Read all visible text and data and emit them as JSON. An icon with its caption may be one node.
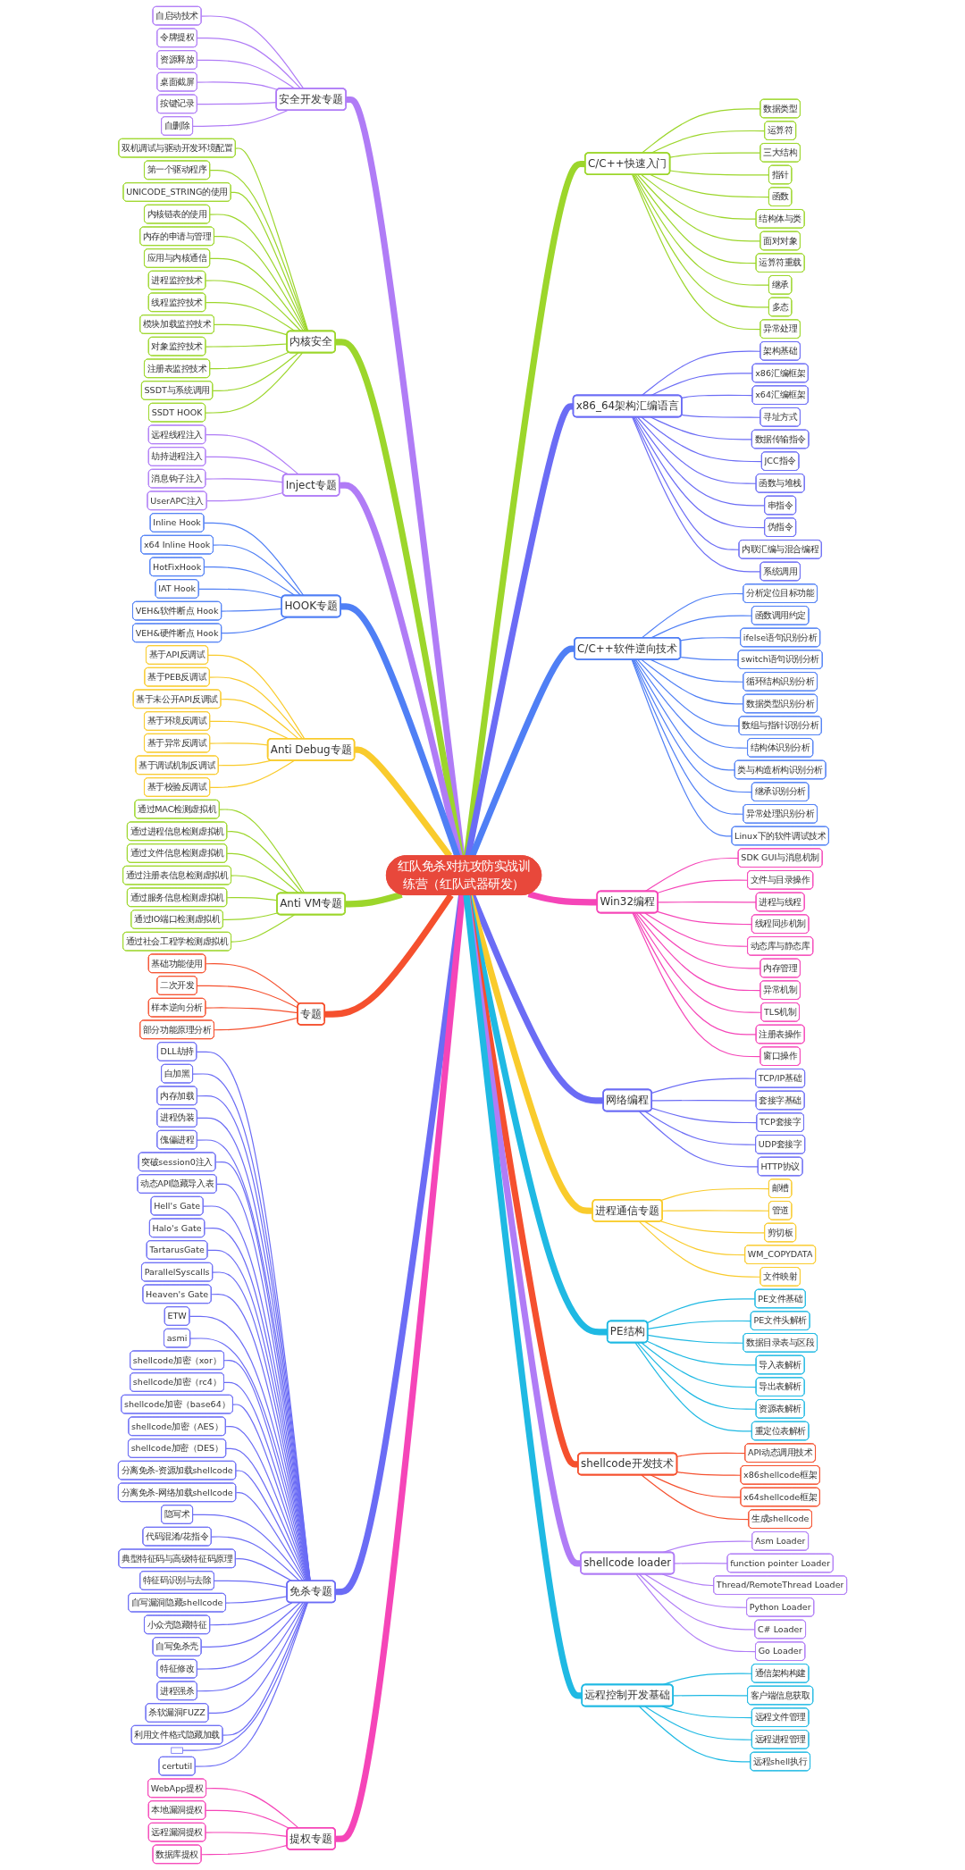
{
  "diagram": {
    "nodes": [
      {
        "text": [
          "红队免杀对抗攻防实战训练营（红队武器研发）"
        ]
      },
      {
        "text": [
          "安全开发专题"
        ]
      },
      {
        "text": [
          "自启动技术"
        ]
      },
      {
        "text": [
          "令牌提权"
        ]
      },
      {
        "text": [
          "资源释放"
        ]
      },
      {
        "text": [
          "桌面截屏"
        ]
      },
      {
        "text": [
          "按键记录"
        ]
      },
      {
        "text": [
          "自删除"
        ]
      },
      {
        "text": [
          "内核安全"
        ]
      },
      {
        "text": [
          "双机调试与驱动开发环境配置"
        ]
      },
      {
        "text": [
          "第一个驱动程序"
        ]
      },
      {
        "text": [
          "UNICODE_STRING的使用"
        ]
      },
      {
        "text": [
          "内核链表的使用"
        ]
      },
      {
        "text": [
          "内存的申请与管理"
        ]
      },
      {
        "text": [
          "应用与内核通信"
        ]
      },
      {
        "text": [
          "进程监控技术"
        ]
      },
      {
        "text": [
          "线程监控技术"
        ]
      },
      {
        "text": [
          "模块加载监控技术"
        ]
      },
      {
        "text": [
          "对象监控技术"
        ]
      },
      {
        "text": [
          "注册表监控技术"
        ]
      },
      {
        "text": [
          "SSDT与系统调用"
        ]
      },
      {
        "text": [
          "SSDT HOOK"
        ]
      },
      {
        "text": [
          "Inject专题"
        ]
      },
      {
        "text": [
          "远程线程注入"
        ]
      },
      {
        "text": [
          "劫持进程注入"
        ]
      },
      {
        "text": [
          "消息钩子注入"
        ]
      },
      {
        "text": [
          "UserAPC注入"
        ]
      },
      {
        "text": [
          "HOOK专题"
        ]
      },
      {
        "text": [
          "Inline Hook"
        ]
      },
      {
        "text": [
          "x64 Inline Hook"
        ]
      },
      {
        "text": [
          "HotFixHook"
        ]
      },
      {
        "text": [
          "IAT Hook"
        ]
      },
      {
        "text": [
          "VEH&软件断点 Hook"
        ]
      },
      {
        "text": [
          "VEH&硬件断点 Hook"
        ]
      },
      {
        "text": [
          "Anti Debug专题"
        ]
      },
      {
        "text": [
          "基于API反调试"
        ]
      },
      {
        "text": [
          "基于PEB反调试"
        ]
      },
      {
        "text": [
          "基于未公开API反调试"
        ]
      },
      {
        "text": [
          "基于环境反调试"
        ]
      },
      {
        "text": [
          "基于异常反调试"
        ]
      },
      {
        "text": [
          "基于调试机制反调试"
        ]
      },
      {
        "text": [
          "基于校验反调试"
        ]
      },
      {
        "text": [
          "Anti VM专题"
        ]
      },
      {
        "text": [
          "通过MAC检测虚拟机"
        ]
      },
      {
        "text": [
          "通过进程信息检测虚拟机"
        ]
      },
      {
        "text": [
          "通过文件信息检测虚拟机"
        ]
      },
      {
        "text": [
          "通过注册表信息检测虚拟机"
        ]
      },
      {
        "text": [
          "通过服务信息检测虚拟机"
        ]
      },
      {
        "text": [
          "通过IO端口检测虚拟机"
        ]
      },
      {
        "text": [
          "通过社会工程学检测虚拟机"
        ]
      },
      {
        "text": [
          "专题"
        ]
      },
      {
        "text": [
          "基础功能使用"
        ]
      },
      {
        "text": [
          "二次开发"
        ]
      },
      {
        "text": [
          "样本逆向分析"
        ]
      },
      {
        "text": [
          "部分功能原理分析"
        ]
      },
      {
        "text": [
          "免杀专题"
        ]
      },
      {
        "text": [
          "DLL劫持"
        ]
      },
      {
        "text": [
          "白加黑"
        ]
      },
      {
        "text": [
          "内存加载"
        ]
      },
      {
        "text": [
          "进程伪装"
        ]
      },
      {
        "text": [
          "傀儡进程"
        ]
      },
      {
        "text": [
          "突破session0注入"
        ]
      },
      {
        "text": [
          "动态API隐藏导入表"
        ]
      },
      {
        "text": [
          "Hell's Gate"
        ]
      },
      {
        "text": [
          "Halo's Gate"
        ]
      },
      {
        "text": [
          "TartarusGate"
        ]
      },
      {
        "text": [
          "ParallelSyscalls"
        ]
      },
      {
        "text": [
          "Heaven's Gate"
        ]
      },
      {
        "text": [
          "ETW"
        ]
      },
      {
        "text": [
          "asmi"
        ]
      },
      {
        "text": [
          "shellcode加密（xor）"
        ]
      },
      {
        "text": [
          "shellcode加密（rc4）"
        ]
      },
      {
        "text": [
          "shellcode加密（base64）"
        ]
      },
      {
        "text": [
          "shellcode加密（AES）"
        ]
      },
      {
        "text": [
          "shellcode加密（DES）"
        ]
      },
      {
        "text": [
          "分离免杀-资源加载shellcode"
        ]
      },
      {
        "text": [
          "分离免杀-网络加载shellcode"
        ]
      },
      {
        "text": [
          "隐写术"
        ]
      },
      {
        "text": [
          "代码混淆/花指令"
        ]
      },
      {
        "text": [
          "典型特征码与高级特征码原理"
        ]
      },
      {
        "text": [
          "特征码识别与去除"
        ]
      },
      {
        "text": [
          "自写漏洞隐藏shellcode"
        ]
      },
      {
        "text": [
          "小众壳隐藏特征"
        ]
      },
      {
        "text": [
          "自写免杀壳"
        ]
      },
      {
        "text": [
          "特征修改"
        ]
      },
      {
        "text": [
          "进程强杀"
        ]
      },
      {
        "text": [
          "杀软漏洞FUZZ"
        ]
      },
      {
        "text": [
          "利用文件格式隐藏加载"
        ]
      },
      {
        "text": [],
        "shape": "box"
      },
      {
        "text": [
          "certutil"
        ]
      },
      {
        "text": [
          "提权专题"
        ]
      },
      {
        "text": [
          "WebApp提权"
        ]
      },
      {
        "text": [
          "本地漏洞提权"
        ]
      },
      {
        "text": [
          "远程漏洞提权"
        ]
      },
      {
        "text": [
          "数据库提权"
        ]
      },
      {
        "text": [
          "C/C++快速入门"
        ]
      },
      {
        "text": [
          "数据类型"
        ]
      },
      {
        "text": [
          "运算符"
        ]
      },
      {
        "text": [
          "三大结构"
        ]
      },
      {
        "text": [
          "指针"
        ]
      },
      {
        "text": [
          "函数"
        ]
      },
      {
        "text": [
          "结构体与类"
        ]
      },
      {
        "text": [
          "面对对象"
        ]
      },
      {
        "text": [
          "运算符重载"
        ]
      },
      {
        "text": [
          "继承"
        ]
      },
      {
        "text": [
          "多态"
        ]
      },
      {
        "text": [
          "异常处理"
        ]
      },
      {
        "text": [
          "x86_64架构汇编语言"
        ]
      },
      {
        "text": [
          "架构基础"
        ]
      },
      {
        "text": [
          "x86汇编框架"
        ]
      },
      {
        "text": [
          "x64汇编框架"
        ]
      },
      {
        "text": [
          "寻址方式"
        ]
      },
      {
        "text": [
          "数据传输指令"
        ]
      },
      {
        "text": [
          "JCC指令"
        ]
      },
      {
        "text": [
          "函数与堆栈"
        ]
      },
      {
        "text": [
          "串指令"
        ]
      },
      {
        "text": [
          "伪指令"
        ]
      },
      {
        "text": [
          "内联汇编与混合编程"
        ]
      },
      {
        "text": [
          "系统调用"
        ]
      },
      {
        "text": [
          "C/C++软件逆向技术"
        ]
      },
      {
        "text": [
          "分析定位目标功能"
        ]
      },
      {
        "text": [
          "函数调用约定"
        ]
      },
      {
        "text": [
          "ifelse语句识别分析"
        ]
      },
      {
        "text": [
          "switch语句识别分析"
        ]
      },
      {
        "text": [
          "循环结构识别分析"
        ]
      },
      {
        "text": [
          "数据类型识别分析"
        ]
      },
      {
        "text": [
          "数组与指针识别分析"
        ]
      },
      {
        "text": [
          "结构体识别分析"
        ]
      },
      {
        "text": [
          "类与构造析构识别分析"
        ]
      },
      {
        "text": [
          "继承识别分析"
        ]
      },
      {
        "text": [
          "异常处理识别分析"
        ]
      },
      {
        "text": [
          "Linux下的软件调试技术"
        ]
      },
      {
        "text": [
          "Win32编程"
        ]
      },
      {
        "text": [
          "SDK GUI与消息机制"
        ]
      },
      {
        "text": [
          "文件与目录操作"
        ]
      },
      {
        "text": [
          "进程与线程"
        ]
      },
      {
        "text": [
          "线程同步机制"
        ]
      },
      {
        "text": [
          "动态库与静态库"
        ]
      },
      {
        "text": [
          "内存管理"
        ]
      },
      {
        "text": [
          "异常机制"
        ]
      },
      {
        "text": [
          "TLS机制"
        ]
      },
      {
        "text": [
          "注册表操作"
        ]
      },
      {
        "text": [
          "窗口操作"
        ]
      },
      {
        "text": [
          "网络编程"
        ]
      },
      {
        "text": [
          "TCP/IP基础"
        ]
      },
      {
        "text": [
          "套接字基础"
        ]
      },
      {
        "text": [
          "TCP套接字"
        ]
      },
      {
        "text": [
          "UDP套接字"
        ]
      },
      {
        "text": [
          "HTTP协议"
        ]
      },
      {
        "text": [
          "进程通信专题"
        ]
      },
      {
        "text": [
          "邮槽"
        ]
      },
      {
        "text": [
          "管道"
        ]
      },
      {
        "text": [
          "剪切板"
        ]
      },
      {
        "text": [
          "WM_COPYDATA"
        ]
      },
      {
        "text": [
          "文件映射"
        ]
      },
      {
        "text": [
          "PE结构"
        ]
      },
      {
        "text": [
          "PE文件基础"
        ]
      },
      {
        "text": [
          "PE文件头解析"
        ]
      },
      {
        "text": [
          "数据目录表与区段"
        ]
      },
      {
        "text": [
          "导入表解析"
        ]
      },
      {
        "text": [
          "导出表解析"
        ]
      },
      {
        "text": [
          "资源表解析"
        ]
      },
      {
        "text": [
          "重定位表解析"
        ]
      },
      {
        "text": [
          "shellcode开发技术"
        ]
      },
      {
        "text": [
          "API动态调用技术"
        ]
      },
      {
        "text": [
          "x86shellcode框架"
        ]
      },
      {
        "text": [
          "x64shellcode框架"
        ]
      },
      {
        "text": [
          "生成shellcode"
        ]
      },
      {
        "text": [
          "shellcode loader"
        ]
      },
      {
        "text": [
          "Asm Loader"
        ]
      },
      {
        "text": [
          "function pointer Loader"
        ]
      },
      {
        "text": [
          "Thread/RemoteThread Loader"
        ]
      },
      {
        "text": [
          "Python Loader"
        ]
      },
      {
        "text": [
          "C# Loader"
        ]
      },
      {
        "text": [
          "Go Loader"
        ]
      },
      {
        "text": [
          "远程控制开发基础"
        ]
      },
      {
        "text": [
          "通信架构构建"
        ]
      },
      {
        "text": [
          "客户端信息获取"
        ]
      },
      {
        "text": [
          "远程文件管理"
        ]
      },
      {
        "text": [
          "远程进程管理"
        ]
      },
      {
        "text": [
          "远程shell执行"
        ]
      }
    ],
    "edges": [
      {
        "from": 1,
        "to": 0,
        "arrow": "none",
        "style": "thick",
        "color": "#b07cf6"
      },
      {
        "from": 2,
        "to": 1,
        "arrow": "none",
        "color": "#b07cf6"
      },
      {
        "from": 3,
        "to": 1,
        "arrow": "none",
        "color": "#b07cf6"
      },
      {
        "from": 4,
        "to": 1,
        "arrow": "none",
        "color": "#b07cf6"
      },
      {
        "from": 5,
        "to": 1,
        "arrow": "none",
        "color": "#b07cf6"
      },
      {
        "from": 6,
        "to": 1,
        "arrow": "none",
        "color": "#b07cf6"
      },
      {
        "from": 7,
        "to": 1,
        "arrow": "none",
        "color": "#b07cf6"
      },
      {
        "from": 8,
        "to": 0,
        "arrow": "none",
        "style": "thick",
        "color": "#9cd62b"
      },
      {
        "from": 9,
        "to": 8,
        "arrow": "none",
        "color": "#9cd62b"
      },
      {
        "from": 10,
        "to": 8,
        "arrow": "none",
        "color": "#9cd62b"
      },
      {
        "from": 11,
        "to": 8,
        "arrow": "none",
        "color": "#9cd62b"
      },
      {
        "from": 12,
        "to": 8,
        "arrow": "none",
        "color": "#9cd62b"
      },
      {
        "from": 13,
        "to": 8,
        "arrow": "none",
        "color": "#9cd62b"
      },
      {
        "from": 14,
        "to": 8,
        "arrow": "none",
        "color": "#9cd62b"
      },
      {
        "from": 15,
        "to": 8,
        "arrow": "none",
        "color": "#9cd62b"
      },
      {
        "from": 16,
        "to": 8,
        "arrow": "none",
        "color": "#9cd62b"
      },
      {
        "from": 17,
        "to": 8,
        "arrow": "none",
        "color": "#9cd62b"
      },
      {
        "from": 18,
        "to": 8,
        "arrow": "none",
        "color": "#9cd62b"
      },
      {
        "from": 19,
        "to": 8,
        "arrow": "none",
        "color": "#9cd62b"
      },
      {
        "from": 20,
        "to": 8,
        "arrow": "none",
        "color": "#9cd62b"
      },
      {
        "from": 21,
        "to": 8,
        "arrow": "none",
        "color": "#9cd62b"
      },
      {
        "from": 22,
        "to": 0,
        "arrow": "none",
        "style": "thick",
        "color": "#b07cf6"
      },
      {
        "from": 23,
        "to": 22,
        "arrow": "none",
        "color": "#b07cf6"
      },
      {
        "from": 24,
        "to": 22,
        "arrow": "none",
        "color": "#b07cf6"
      },
      {
        "from": 25,
        "to": 22,
        "arrow": "none",
        "color": "#b07cf6"
      },
      {
        "from": 26,
        "to": 22,
        "arrow": "none",
        "color": "#b07cf6"
      },
      {
        "from": 27,
        "to": 0,
        "arrow": "none",
        "style": "thick",
        "color": "#4f7ff5"
      },
      {
        "from": 28,
        "to": 27,
        "arrow": "none",
        "color": "#4f7ff5"
      },
      {
        "from": 29,
        "to": 27,
        "arrow": "none",
        "color": "#4f7ff5"
      },
      {
        "from": 30,
        "to": 27,
        "arrow": "none",
        "color": "#4f7ff5"
      },
      {
        "from": 31,
        "to": 27,
        "arrow": "none",
        "color": "#4f7ff5"
      },
      {
        "from": 32,
        "to": 27,
        "arrow": "none",
        "color": "#4f7ff5"
      },
      {
        "from": 33,
        "to": 27,
        "arrow": "none",
        "color": "#4f7ff5"
      },
      {
        "from": 34,
        "to": 0,
        "arrow": "none",
        "style": "thick",
        "color": "#f9cb2c"
      },
      {
        "from": 35,
        "to": 34,
        "arrow": "none",
        "color": "#f9cb2c"
      },
      {
        "from": 36,
        "to": 34,
        "arrow": "none",
        "color": "#f9cb2c"
      },
      {
        "from": 37,
        "to": 34,
        "arrow": "none",
        "color": "#f9cb2c"
      },
      {
        "from": 38,
        "to": 34,
        "arrow": "none",
        "color": "#f9cb2c"
      },
      {
        "from": 39,
        "to": 34,
        "arrow": "none",
        "color": "#f9cb2c"
      },
      {
        "from": 40,
        "to": 34,
        "arrow": "none",
        "color": "#f9cb2c"
      },
      {
        "from": 41,
        "to": 34,
        "arrow": "none",
        "color": "#f9cb2c"
      },
      {
        "from": 42,
        "to": 0,
        "arrow": "none",
        "style": "thick",
        "color": "#9cd62b"
      },
      {
        "from": 43,
        "to": 42,
        "arrow": "none",
        "color": "#9cd62b"
      },
      {
        "from": 44,
        "to": 42,
        "arrow": "none",
        "color": "#9cd62b"
      },
      {
        "from": 45,
        "to": 42,
        "arrow": "none",
        "color": "#9cd62b"
      },
      {
        "from": 46,
        "to": 42,
        "arrow": "none",
        "color": "#9cd62b"
      },
      {
        "from": 47,
        "to": 42,
        "arrow": "none",
        "color": "#9cd62b"
      },
      {
        "from": 48,
        "to": 42,
        "arrow": "none",
        "color": "#9cd62b"
      },
      {
        "from": 49,
        "to": 42,
        "arrow": "none",
        "color": "#9cd62b"
      },
      {
        "from": 50,
        "to": 0,
        "arrow": "none",
        "style": "thick",
        "color": "#f5502e"
      },
      {
        "from": 51,
        "to": 50,
        "arrow": "none",
        "color": "#f5502e"
      },
      {
        "from": 52,
        "to": 50,
        "arrow": "none",
        "color": "#f5502e"
      },
      {
        "from": 53,
        "to": 50,
        "arrow": "none",
        "color": "#f5502e"
      },
      {
        "from": 54,
        "to": 50,
        "arrow": "none",
        "color": "#f5502e"
      },
      {
        "from": 55,
        "to": 0,
        "arrow": "none",
        "style": "thick",
        "color": "#6b6cf5"
      },
      {
        "from": 56,
        "to": 55,
        "arrow": "none",
        "color": "#6b6cf5"
      },
      {
        "from": 57,
        "to": 55,
        "arrow": "none",
        "color": "#6b6cf5"
      },
      {
        "from": 58,
        "to": 55,
        "arrow": "none",
        "color": "#6b6cf5"
      },
      {
        "from": 59,
        "to": 55,
        "arrow": "none",
        "color": "#6b6cf5"
      },
      {
        "from": 60,
        "to": 55,
        "arrow": "none",
        "color": "#6b6cf5"
      },
      {
        "from": 61,
        "to": 55,
        "arrow": "none",
        "color": "#6b6cf5"
      },
      {
        "from": 62,
        "to": 55,
        "arrow": "none",
        "color": "#6b6cf5"
      },
      {
        "from": 63,
        "to": 55,
        "arrow": "none",
        "color": "#6b6cf5"
      },
      {
        "from": 64,
        "to": 55,
        "arrow": "none",
        "color": "#6b6cf5"
      },
      {
        "from": 65,
        "to": 55,
        "arrow": "none",
        "color": "#6b6cf5"
      },
      {
        "from": 66,
        "to": 55,
        "arrow": "none",
        "color": "#6b6cf5"
      },
      {
        "from": 67,
        "to": 55,
        "arrow": "none",
        "color": "#6b6cf5"
      },
      {
        "from": 68,
        "to": 55,
        "arrow": "none",
        "color": "#6b6cf5"
      },
      {
        "from": 69,
        "to": 55,
        "arrow": "none",
        "color": "#6b6cf5"
      },
      {
        "from": 70,
        "to": 55,
        "arrow": "none",
        "color": "#6b6cf5"
      },
      {
        "from": 71,
        "to": 55,
        "arrow": "none",
        "color": "#6b6cf5"
      },
      {
        "from": 72,
        "to": 55,
        "arrow": "none",
        "color": "#6b6cf5"
      },
      {
        "from": 73,
        "to": 55,
        "arrow": "none",
        "color": "#6b6cf5"
      },
      {
        "from": 74,
        "to": 55,
        "arrow": "none",
        "color": "#6b6cf5"
      },
      {
        "from": 75,
        "to": 55,
        "arrow": "none",
        "color": "#6b6cf5"
      },
      {
        "from": 76,
        "to": 55,
        "arrow": "none",
        "color": "#6b6cf5"
      },
      {
        "from": 77,
        "to": 55,
        "arrow": "none",
        "color": "#6b6cf5"
      },
      {
        "from": 78,
        "to": 55,
        "arrow": "none",
        "color": "#6b6cf5"
      },
      {
        "from": 79,
        "to": 55,
        "arrow": "none",
        "color": "#6b6cf5"
      },
      {
        "from": 80,
        "to": 55,
        "arrow": "none",
        "color": "#6b6cf5"
      },
      {
        "from": 81,
        "to": 55,
        "arrow": "none",
        "color": "#6b6cf5"
      },
      {
        "from": 82,
        "to": 55,
        "arrow": "none",
        "color": "#6b6cf5"
      },
      {
        "from": 83,
        "to": 55,
        "arrow": "none",
        "color": "#6b6cf5"
      },
      {
        "from": 84,
        "to": 55,
        "arrow": "none",
        "color": "#6b6cf5"
      },
      {
        "from": 85,
        "to": 55,
        "arrow": "none",
        "color": "#6b6cf5"
      },
      {
        "from": 86,
        "to": 55,
        "arrow": "none",
        "color": "#6b6cf5"
      },
      {
        "from": 87,
        "to": 55,
        "arrow": "none",
        "color": "#6b6cf5"
      },
      {
        "from": 88,
        "to": 55,
        "arrow": "none",
        "color": "#6b6cf5"
      },
      {
        "from": 89,
        "to": 55,
        "arrow": "none",
        "color": "#6b6cf5"
      },
      {
        "from": 90,
        "to": 0,
        "arrow": "none",
        "style": "thick",
        "color": "#f545b8"
      },
      {
        "from": 91,
        "to": 90,
        "arrow": "none",
        "color": "#f545b8"
      },
      {
        "from": 92,
        "to": 90,
        "arrow": "none",
        "color": "#f545b8"
      },
      {
        "from": 93,
        "to": 90,
        "arrow": "none",
        "color": "#f545b8"
      },
      {
        "from": 94,
        "to": 90,
        "arrow": "none",
        "color": "#f545b8"
      },
      {
        "from": 0,
        "to": 95,
        "arrow": "none",
        "style": "thick",
        "color": "#9cd62b"
      },
      {
        "from": 95,
        "to": 96,
        "arrow": "none",
        "color": "#9cd62b"
      },
      {
        "from": 95,
        "to": 97,
        "arrow": "none",
        "color": "#9cd62b"
      },
      {
        "from": 95,
        "to": 98,
        "arrow": "none",
        "color": "#9cd62b"
      },
      {
        "from": 95,
        "to": 99,
        "arrow": "none",
        "color": "#9cd62b"
      },
      {
        "from": 95,
        "to": 100,
        "arrow": "none",
        "color": "#9cd62b"
      },
      {
        "from": 95,
        "to": 101,
        "arrow": "none",
        "color": "#9cd62b"
      },
      {
        "from": 95,
        "to": 102,
        "arrow": "none",
        "color": "#9cd62b"
      },
      {
        "from": 95,
        "to": 103,
        "arrow": "none",
        "color": "#9cd62b"
      },
      {
        "from": 95,
        "to": 104,
        "arrow": "none",
        "color": "#9cd62b"
      },
      {
        "from": 95,
        "to": 105,
        "arrow": "none",
        "color": "#9cd62b"
      },
      {
        "from": 95,
        "to": 106,
        "arrow": "none",
        "color": "#9cd62b"
      },
      {
        "from": 0,
        "to": 107,
        "arrow": "none",
        "style": "thick",
        "color": "#6b6cf5"
      },
      {
        "from": 107,
        "to": 108,
        "arrow": "none",
        "color": "#6b6cf5"
      },
      {
        "from": 107,
        "to": 109,
        "arrow": "none",
        "color": "#6b6cf5"
      },
      {
        "from": 107,
        "to": 110,
        "arrow": "none",
        "color": "#6b6cf5"
      },
      {
        "from": 107,
        "to": 111,
        "arrow": "none",
        "color": "#6b6cf5"
      },
      {
        "from": 107,
        "to": 112,
        "arrow": "none",
        "color": "#6b6cf5"
      },
      {
        "from": 107,
        "to": 113,
        "arrow": "none",
        "color": "#6b6cf5"
      },
      {
        "from": 107,
        "to": 114,
        "arrow": "none",
        "color": "#6b6cf5"
      },
      {
        "from": 107,
        "to": 115,
        "arrow": "none",
        "color": "#6b6cf5"
      },
      {
        "from": 107,
        "to": 116,
        "arrow": "none",
        "color": "#6b6cf5"
      },
      {
        "from": 107,
        "to": 117,
        "arrow": "none",
        "color": "#6b6cf5"
      },
      {
        "from": 107,
        "to": 118,
        "arrow": "none",
        "color": "#6b6cf5"
      },
      {
        "from": 0,
        "to": 119,
        "arrow": "none",
        "style": "thick",
        "color": "#4f7ff5"
      },
      {
        "from": 119,
        "to": 120,
        "arrow": "none",
        "color": "#4f7ff5"
      },
      {
        "from": 119,
        "to": 121,
        "arrow": "none",
        "color": "#4f7ff5"
      },
      {
        "from": 119,
        "to": 122,
        "arrow": "none",
        "color": "#4f7ff5"
      },
      {
        "from": 119,
        "to": 123,
        "arrow": "none",
        "color": "#4f7ff5"
      },
      {
        "from": 119,
        "to": 124,
        "arrow": "none",
        "color": "#4f7ff5"
      },
      {
        "from": 119,
        "to": 125,
        "arrow": "none",
        "color": "#4f7ff5"
      },
      {
        "from": 119,
        "to": 126,
        "arrow": "none",
        "color": "#4f7ff5"
      },
      {
        "from": 119,
        "to": 127,
        "arrow": "none",
        "color": "#4f7ff5"
      },
      {
        "from": 119,
        "to": 128,
        "arrow": "none",
        "color": "#4f7ff5"
      },
      {
        "from": 119,
        "to": 129,
        "arrow": "none",
        "color": "#4f7ff5"
      },
      {
        "from": 119,
        "to": 130,
        "arrow": "none",
        "color": "#4f7ff5"
      },
      {
        "from": 119,
        "to": 131,
        "arrow": "none",
        "color": "#4f7ff5"
      },
      {
        "from": 0,
        "to": 132,
        "arrow": "none",
        "style": "thick",
        "color": "#f545b8"
      },
      {
        "from": 132,
        "to": 133,
        "arrow": "none",
        "color": "#f545b8"
      },
      {
        "from": 132,
        "to": 134,
        "arrow": "none",
        "color": "#f545b8"
      },
      {
        "from": 132,
        "to": 135,
        "arrow": "none",
        "color": "#f545b8"
      },
      {
        "from": 132,
        "to": 136,
        "arrow": "none",
        "color": "#f545b8"
      },
      {
        "from": 132,
        "to": 137,
        "arrow": "none",
        "color": "#f545b8"
      },
      {
        "from": 132,
        "to": 138,
        "arrow": "none",
        "color": "#f545b8"
      },
      {
        "from": 132,
        "to": 139,
        "arrow": "none",
        "color": "#f545b8"
      },
      {
        "from": 132,
        "to": 140,
        "arrow": "none",
        "color": "#f545b8"
      },
      {
        "from": 132,
        "to": 141,
        "arrow": "none",
        "color": "#f545b8"
      },
      {
        "from": 132,
        "to": 142,
        "arrow": "none",
        "color": "#f545b8"
      },
      {
        "from": 0,
        "to": 143,
        "arrow": "none",
        "style": "thick",
        "color": "#6b6cf5"
      },
      {
        "from": 143,
        "to": 144,
        "arrow": "none",
        "color": "#6b6cf5"
      },
      {
        "from": 143,
        "to": 145,
        "arrow": "none",
        "color": "#6b6cf5"
      },
      {
        "from": 143,
        "to": 146,
        "arrow": "none",
        "color": "#6b6cf5"
      },
      {
        "from": 143,
        "to": 147,
        "arrow": "none",
        "color": "#6b6cf5"
      },
      {
        "from": 143,
        "to": 148,
        "arrow": "none",
        "color": "#6b6cf5"
      },
      {
        "from": 0,
        "to": 149,
        "arrow": "none",
        "style": "thick",
        "color": "#f9cb2c"
      },
      {
        "from": 149,
        "to": 150,
        "arrow": "none",
        "color": "#f9cb2c"
      },
      {
        "from": 149,
        "to": 151,
        "arrow": "none",
        "color": "#f9cb2c"
      },
      {
        "from": 149,
        "to": 152,
        "arrow": "none",
        "color": "#f9cb2c"
      },
      {
        "from": 149,
        "to": 153,
        "arrow": "none",
        "color": "#f9cb2c"
      },
      {
        "from": 149,
        "to": 154,
        "arrow": "none",
        "color": "#f9cb2c"
      },
      {
        "from": 0,
        "to": 155,
        "arrow": "none",
        "style": "thick",
        "color": "#1fb9e3"
      },
      {
        "from": 155,
        "to": 156,
        "arrow": "none",
        "color": "#1fb9e3"
      },
      {
        "from": 155,
        "to": 157,
        "arrow": "none",
        "color": "#1fb9e3"
      },
      {
        "from": 155,
        "to": 158,
        "arrow": "none",
        "color": "#1fb9e3"
      },
      {
        "from": 155,
        "to": 159,
        "arrow": "none",
        "color": "#1fb9e3"
      },
      {
        "from": 155,
        "to": 160,
        "arrow": "none",
        "color": "#1fb9e3"
      },
      {
        "from": 155,
        "to": 161,
        "arrow": "none",
        "color": "#1fb9e3"
      },
      {
        "from": 155,
        "to": 162,
        "arrow": "none",
        "color": "#1fb9e3"
      },
      {
        "from": 0,
        "to": 163,
        "arrow": "none",
        "style": "thick",
        "color": "#f5502e"
      },
      {
        "from": 163,
        "to": 164,
        "arrow": "none",
        "color": "#f5502e"
      },
      {
        "from": 163,
        "to": 165,
        "arrow": "none",
        "color": "#f5502e"
      },
      {
        "from": 163,
        "to": 166,
        "arrow": "none",
        "color": "#f5502e"
      },
      {
        "from": 163,
        "to": 167,
        "arrow": "none",
        "color": "#f5502e"
      },
      {
        "from": 0,
        "to": 168,
        "arrow": "none",
        "style": "thick",
        "color": "#b07cf6"
      },
      {
        "from": 168,
        "to": 169,
        "arrow": "none",
        "color": "#b07cf6"
      },
      {
        "from": 168,
        "to": 170,
        "arrow": "none",
        "color": "#b07cf6"
      },
      {
        "from": 168,
        "to": 171,
        "arrow": "none",
        "color": "#b07cf6"
      },
      {
        "from": 168,
        "to": 172,
        "arrow": "none",
        "color": "#b07cf6"
      },
      {
        "from": 168,
        "to": 173,
        "arrow": "none",
        "color": "#b07cf6"
      },
      {
        "from": 168,
        "to": 174,
        "arrow": "none",
        "color": "#b07cf6"
      },
      {
        "from": 0,
        "to": 175,
        "arrow": "none",
        "style": "thick",
        "color": "#1fb9e3"
      },
      {
        "from": 175,
        "to": 176,
        "arrow": "none",
        "color": "#1fb9e3"
      },
      {
        "from": 175,
        "to": 177,
        "arrow": "none",
        "color": "#1fb9e3"
      },
      {
        "from": 175,
        "to": 178,
        "arrow": "none",
        "color": "#1fb9e3"
      },
      {
        "from": 175,
        "to": 179,
        "arrow": "none",
        "color": "#1fb9e3"
      },
      {
        "from": 175,
        "to": 180,
        "arrow": "none",
        "color": "#1fb9e3"
      }
    ]
  }
}
